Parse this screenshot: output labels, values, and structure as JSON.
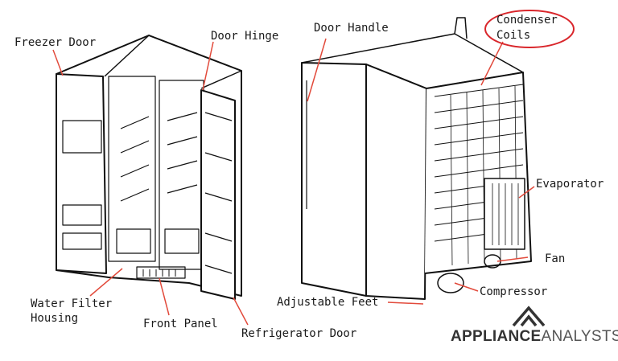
{
  "labels": {
    "freezer_door": "Freezer Door",
    "door_hinge": "Door Hinge",
    "door_handle": "Door Handle",
    "condenser_coils_line1": "Condenser",
    "condenser_coils_line2": "Coils",
    "evaporator": "Evaporator",
    "fan": "Fan",
    "compressor": "Compressor",
    "adjustable_feet": "Adjustable Feet",
    "water_filter_line1": "Water Filter",
    "water_filter_line2": "Housing",
    "front_panel": "Front Panel",
    "refrigerator_door": "Refrigerator Door"
  },
  "brand": {
    "bold": "APPLIANCE",
    "light": "ANALYSTS"
  },
  "colors": {
    "leader_line": "#e24a3b",
    "highlight_ellipse": "#d9262b",
    "outline": "#111111"
  }
}
